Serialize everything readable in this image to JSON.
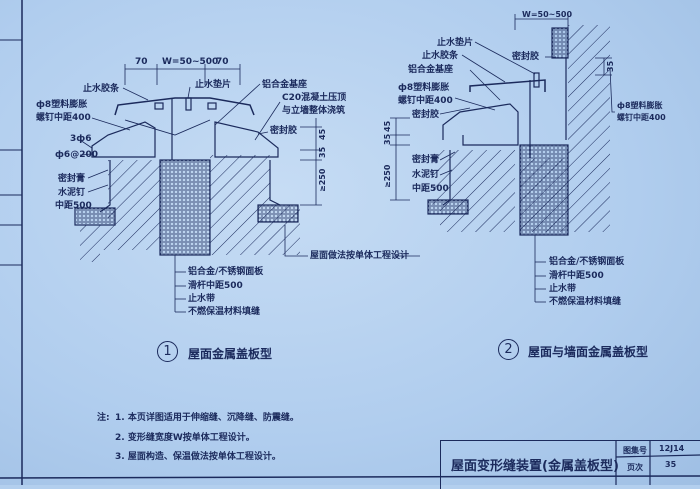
{
  "detail1": {
    "number": "1",
    "title": "屋面金属盖板型",
    "dims": {
      "side_left": "70",
      "width": "W=50~500",
      "side_right": "70",
      "d45": "45",
      "d35": "35",
      "d250": "≥250"
    },
    "labels": {
      "waterstop_strip": "止水胶条",
      "waterstop_gasket": "止水垫片",
      "alu_base": "铝合金基座",
      "c20_cap_1": "C20混凝土压顶",
      "c20_cap_2": "与立墙整体浇筑",
      "anchor_1": "ф8塑料膨胀",
      "anchor_2": "螺钉中距400",
      "sealant": "密封胶",
      "rebar_1": "3ф6",
      "rebar_2": "ф6@200",
      "sealing_paste": "密封膏",
      "nail_1": "水泥钉",
      "nail_2": "中距500",
      "roof_note": "屋面做法按单体工程设计",
      "panel": "铝合金/不锈钢面板",
      "slide_rod": "滑杆中距500",
      "waterstop_band": "止水带",
      "filler": "不燃保温材料填缝"
    }
  },
  "detail2": {
    "number": "2",
    "title": "屋面与墙面金属盖板型",
    "dims": {
      "width": "W=50~500",
      "d35_top": "35",
      "d45": "45",
      "d35": "35",
      "d250": "≥250"
    },
    "labels": {
      "waterstop_gasket": "止水垫片",
      "waterstop_strip": "止水胶条",
      "alu_base": "铝合金基座",
      "anchor_1": "ф8塑料膨胀",
      "anchor_2": "螺钉中距400",
      "sealant": "密封胶",
      "sealant_wall": "密封胶",
      "anchor_wall_1": "ф8塑料膨胀",
      "anchor_wall_2": "螺钉中距400",
      "sealing_paste": "密封膏",
      "nail_1": "水泥钉",
      "nail_2": "中距500",
      "panel": "铝合金/不锈钢面板",
      "slide_rod": "滑杆中距500",
      "waterstop_band": "止水带",
      "filler": "不燃保温材料填缝"
    }
  },
  "notes": {
    "prefix": "注:",
    "items": [
      "1. 本页详图适用于伸缩缝、沉降缝、防震缝。",
      "2. 变形缝宽度W按单体工程设计。",
      "3. 屋面构造、保温做法按单体工程设计。"
    ]
  },
  "title_block": {
    "title": "屋面变形缝装置(金属盖板型)",
    "atlas_label": "图集号",
    "atlas_value": "12J14",
    "page_label": "页次",
    "page_value": "35"
  },
  "colors": {
    "line": "#1b2a5c",
    "paper": "#b3cfee"
  }
}
